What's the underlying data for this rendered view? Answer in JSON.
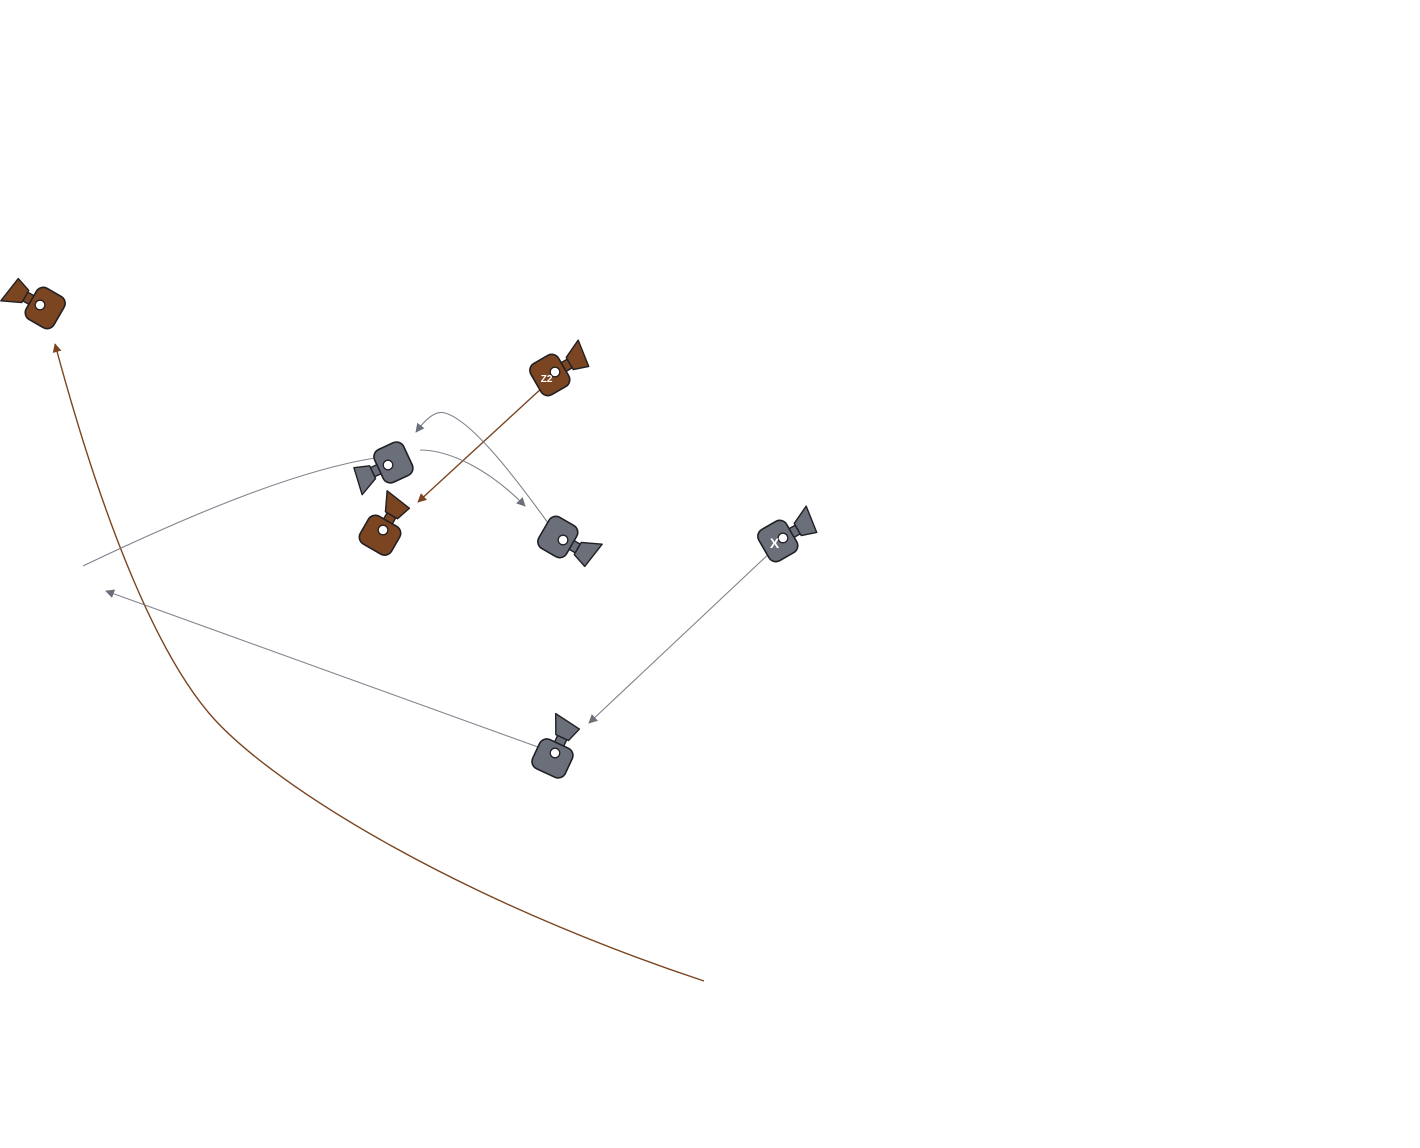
{
  "colors": {
    "brown": "#7a4520",
    "gray": "#6b6f7a",
    "outline": "#1f1f24",
    "lens_dot": "#ffffff"
  },
  "cameras": [
    {
      "id": "cam-brown-topleft",
      "color": "brown",
      "label": ""
    },
    {
      "id": "cam-brown-z2",
      "color": "brown",
      "label": "Z2"
    },
    {
      "id": "cam-gray-center",
      "color": "gray",
      "label": ""
    },
    {
      "id": "cam-brown-center",
      "color": "brown",
      "label": ""
    },
    {
      "id": "cam-gray-right",
      "color": "gray",
      "label": ""
    },
    {
      "id": "cam-gray-x",
      "color": "gray",
      "label": "X"
    },
    {
      "id": "cam-gray-bottom",
      "color": "gray",
      "label": ""
    }
  ],
  "paths": [
    {
      "id": "path-brown-long-curve",
      "color": "brown"
    },
    {
      "id": "path-brown-z2-diagonal",
      "color": "brown"
    },
    {
      "id": "path-gray-left-curve",
      "color": "gray"
    },
    {
      "id": "path-gray-hook-up",
      "color": "gray"
    },
    {
      "id": "path-gray-arc-right",
      "color": "gray"
    },
    {
      "id": "path-gray-x-diagonal",
      "color": "gray"
    },
    {
      "id": "path-gray-bottom-left",
      "color": "gray"
    }
  ]
}
